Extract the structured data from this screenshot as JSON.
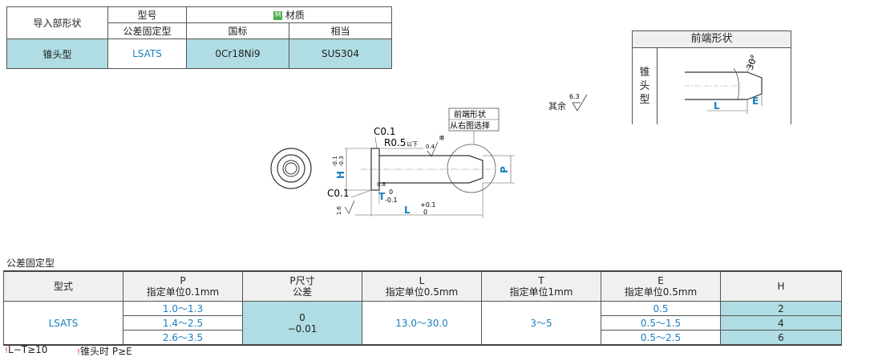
{
  "spec_table": {
    "header_left": "导入部形状",
    "header_model": "型号",
    "header_material": "材质",
    "material_icon": "M",
    "header_tolerance": "公差固定型",
    "header_gb": "国标",
    "header_equiv": "相当",
    "row_shape": "锥头型",
    "row_model": "LSATS",
    "row_gb": "0Cr18Ni9",
    "row_equiv": "SUS304"
  },
  "tip_box": {
    "title": "前端形状",
    "side": [
      "锥",
      "头",
      "型"
    ],
    "angle": "30°",
    "L": "L",
    "E": "E"
  },
  "drawing": {
    "surface": "其余",
    "surface_val": "6.3",
    "tip_note_1": "前端形状",
    "tip_note_2": "从右图选择",
    "c01_top": "C0.1",
    "r05": "R0.5",
    "r05_suffix": "以下",
    "rough_04": "0.4",
    "rough_04b": "磨",
    "h_label": "H",
    "h_tol_1": "-0.1",
    "h_tol_2": "-0.3",
    "p_label": "P",
    "c01_bottom": "C0.1",
    "t_label": "T",
    "t_tol_1": "0",
    "t_tol_2": "-0.1",
    "rough_16": "1.6",
    "rough_08": "0.8",
    "l_label": "L",
    "l_tol_1": "+0.1",
    "l_tol_2": "0"
  },
  "main_section_title": "公差固定型",
  "main_table": {
    "h_type": "型式",
    "h_p": "P",
    "h_p_sub": "指定单位0.1mm",
    "h_ptol": "P尺寸",
    "h_ptol_sub": "公差",
    "h_l": "L",
    "h_l_sub": "指定单位0.5mm",
    "h_t": "T",
    "h_t_sub": "指定单位1mm",
    "h_e": "E",
    "h_e_sub": "指定单位0.5mm",
    "h_h": "H",
    "type": "LSATS",
    "p_rows": [
      "1.0～1.3",
      "1.4～2.5",
      "2.6～3.5"
    ],
    "ptol_1": "0",
    "ptol_2": "−0.01",
    "l_range": "13.0～30.0",
    "t_range": "3～5",
    "e_rows": [
      "0.5",
      "0.5～1.5",
      "0.5～2.5"
    ],
    "h_rows": [
      "2",
      "4",
      "6"
    ]
  },
  "notes": {
    "n1_icon": "!",
    "n1": "L−T≥10",
    "n2_icon": "!",
    "n2": "锥头时 P≥E"
  },
  "colors": {
    "cyan": "#b0dde3",
    "blue": "#1a7fc0",
    "red": "#d04030",
    "green": "#4caf50"
  }
}
